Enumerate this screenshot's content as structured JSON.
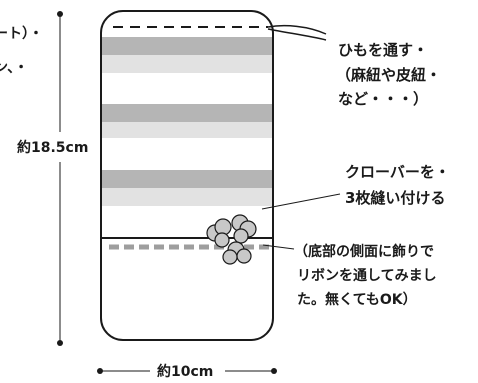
{
  "diagram": {
    "left_note_lines": [
      "ート）・",
      "ン、・"
    ],
    "height_label": "約18.5cm",
    "width_label": "約10cm",
    "string_note_lines": [
      "ひもを通す・",
      "（麻紐や皮紐・",
      "など・・・）"
    ],
    "clover_note_lines": [
      "クローバーを・",
      "3枚縫い付ける"
    ],
    "ribbon_note_lines": [
      "（底部の側面に飾りで",
      "リボンを通してみまし",
      "た。無くてもOK）"
    ],
    "colors": {
      "stroke": "#1a1a1a",
      "stripe_dark": "#b5b5b5",
      "stripe_light": "#e2e2e2",
      "clover_fill": "#c8c8c8",
      "ribbon_dash": "#9e9e9e"
    }
  }
}
